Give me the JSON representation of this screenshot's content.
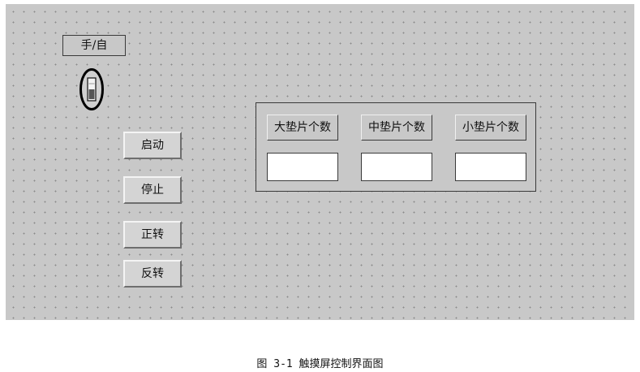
{
  "mode": {
    "label": "手/自",
    "icon": "toggle-switch-icon"
  },
  "buttons": {
    "start": "启动",
    "stop": "停止",
    "forward": "正转",
    "reverse": "反转"
  },
  "counters": {
    "large": {
      "label": "大垫片个数",
      "value": ""
    },
    "medium": {
      "label": "中垫片个数",
      "value": ""
    },
    "small": {
      "label": "小垫片个数",
      "value": ""
    }
  },
  "caption": "图 3-1  触摸屏控制界面图"
}
